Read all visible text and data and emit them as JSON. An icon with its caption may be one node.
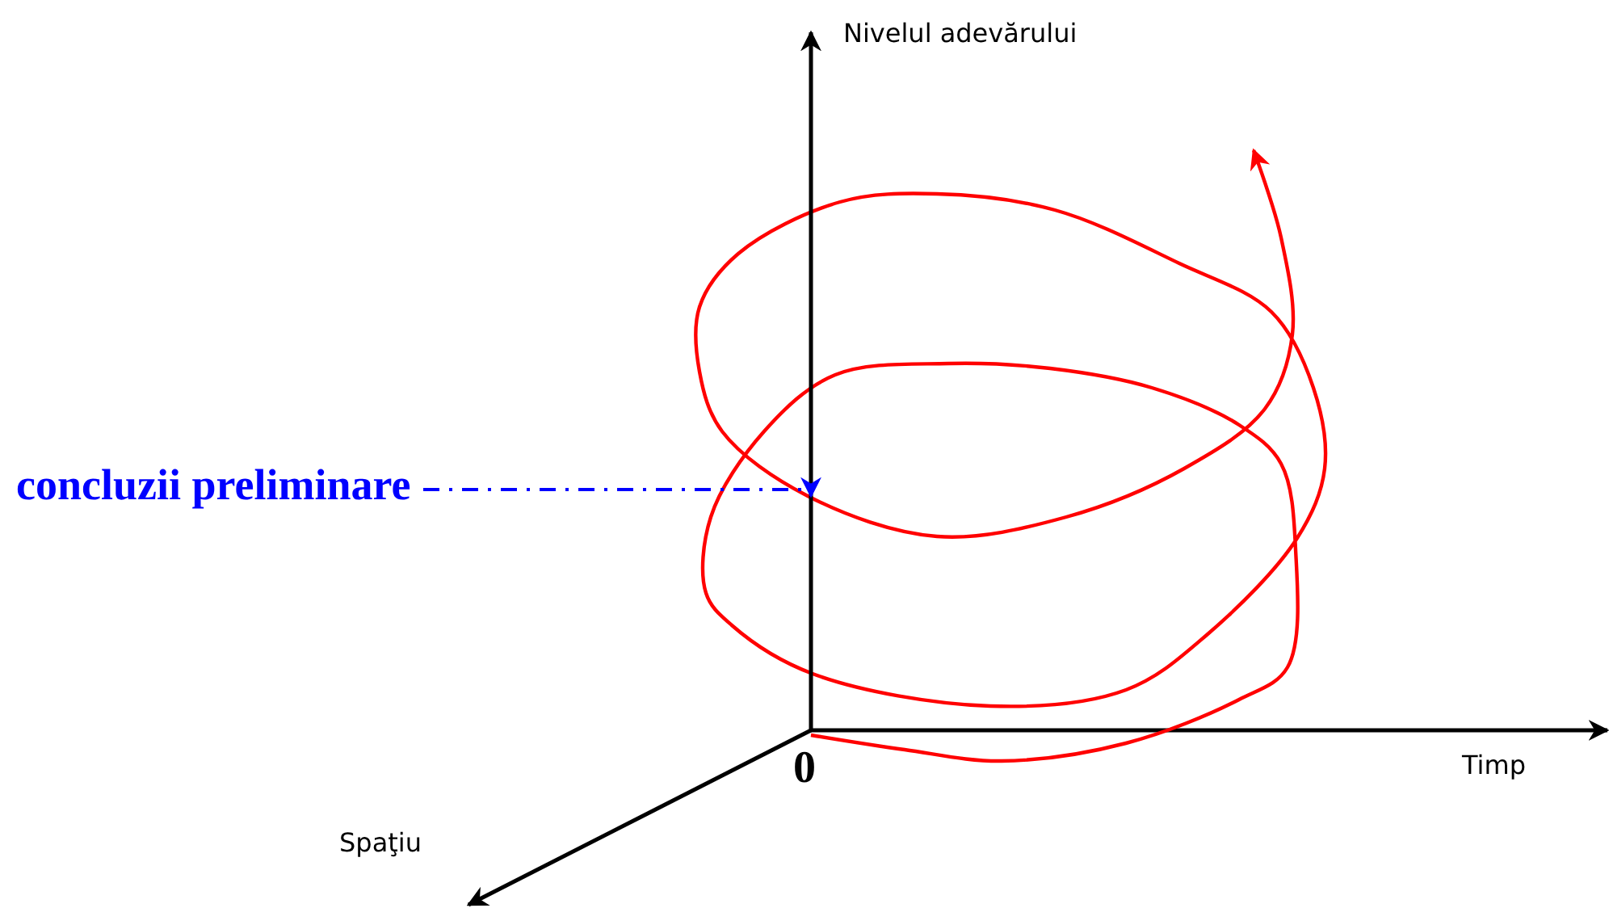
{
  "diagram": {
    "nodes": [
      {
        "text": [
          "concluzii preliminare"
        ]
      },
      {
        "text": [],
        "shape": "line"
      }
    ],
    "edges": [
      {
        "from": 0,
        "to": 1,
        "arrow": "to",
        "style": "dashed",
        "color": "#0000ff"
      }
    ],
    "labels": [
      "Nivelul adevărului",
      "0",
      "Timp",
      "Spaţiu"
    ]
  }
}
